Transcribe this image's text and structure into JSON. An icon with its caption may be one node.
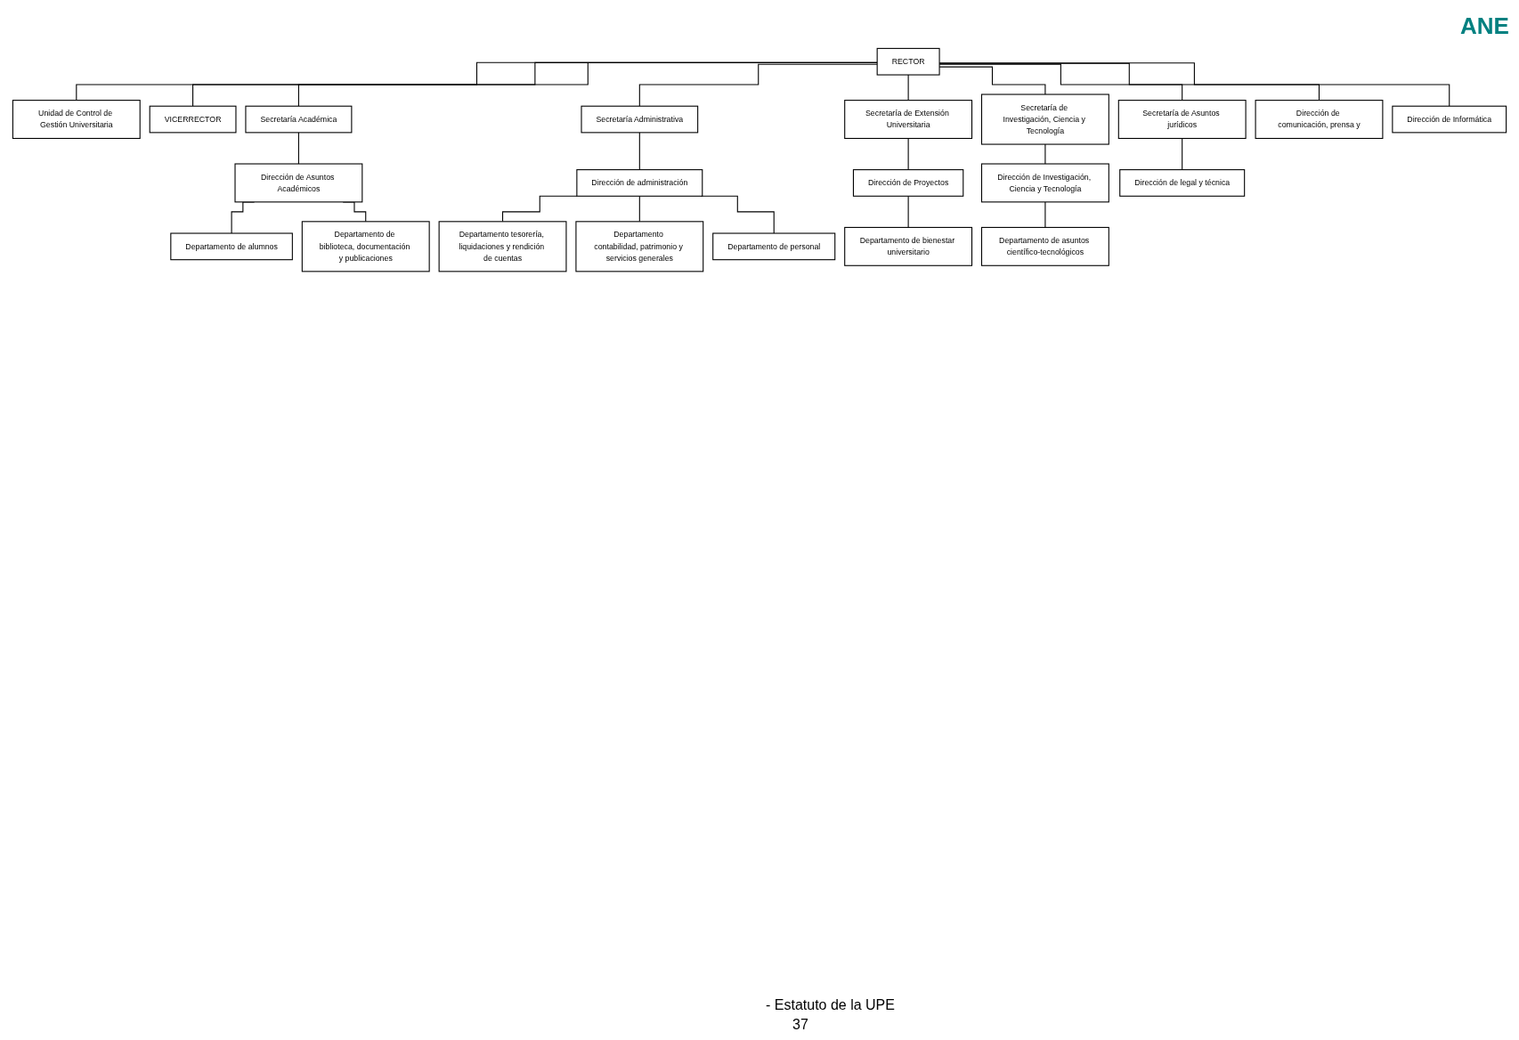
{
  "diagram": {
    "nodes": [
      {
        "text": [
          "RECTOR"
        ]
      },
      {
        "text": [
          "Unidad de Control de Gestión Universitaria"
        ]
      },
      {
        "text": [
          "VICERRECTOR"
        ]
      },
      {
        "text": [
          "Secretaría Académica"
        ]
      },
      {
        "text": [
          "Secretaría Administrativa"
        ]
      },
      {
        "text": [
          "Secretaría de Extensión Universitaria"
        ]
      },
      {
        "text": [
          "Secretaría de Investigación, Ciencia y Tecnología"
        ]
      },
      {
        "text": [
          "Secretaría de Asuntos jurídicos"
        ]
      },
      {
        "text": [
          "Dirección de comunicación, prensa y"
        ]
      },
      {
        "text": [
          "Dirección de Informática"
        ]
      },
      {
        "text": [
          "Dirección de Asuntos Académicos"
        ]
      },
      {
        "text": [
          "Departamento de alumnos"
        ]
      },
      {
        "text": [
          "Departamento de biblioteca, documentación y publicaciones"
        ]
      },
      {
        "text": [
          "Dirección de administración"
        ]
      },
      {
        "text": [
          "Departamento tesorería, liquidaciones y rendición de cuentas"
        ]
      },
      {
        "text": [
          "Departamento contabilidad, patrimonio y servicios generales"
        ]
      },
      {
        "text": [
          "Departamento de personal"
        ]
      },
      {
        "text": [
          "Dirección de Proyectos"
        ]
      },
      {
        "text": [
          "Departamento de bienestar universitario"
        ]
      },
      {
        "text": [
          "Dirección de Investigación, Ciencia y Tecnología"
        ]
      },
      {
        "text": [
          "Departamento de asuntos científico-tecnológicos"
        ]
      },
      {
        "text": [
          "Dirección de legal y técnica"
        ]
      }
    ],
    "edges": [
      {
        "from": 0,
        "to": 1,
        "arrow": "none"
      },
      {
        "from": 0,
        "to": 2,
        "arrow": "none"
      },
      {
        "from": 0,
        "to": 8,
        "arrow": "none"
      },
      {
        "from": 0,
        "to": 9,
        "arrow": "none"
      },
      {
        "from": 0,
        "to": 3,
        "arrow": "none"
      },
      {
        "from": 0,
        "to": 4,
        "arrow": "none"
      },
      {
        "from": 0,
        "to": 5,
        "arrow": "none"
      },
      {
        "from": 0,
        "to": 6,
        "arrow": "none"
      },
      {
        "from": 0,
        "to": 7,
        "arrow": "none"
      },
      {
        "from": 3,
        "to": 10,
        "arrow": "none"
      },
      {
        "from": 10,
        "to": 11,
        "arrow": "none"
      },
      {
        "from": 10,
        "to": 12,
        "arrow": "none"
      },
      {
        "from": 4,
        "to": 13,
        "arrow": "none"
      },
      {
        "from": 13,
        "to": 14,
        "arrow": "none"
      },
      {
        "from": 13,
        "to": 15,
        "arrow": "none"
      },
      {
        "from": 13,
        "to": 16,
        "arrow": "none"
      },
      {
        "from": 5,
        "to": 17,
        "arrow": "none"
      },
      {
        "from": 17,
        "to": 18,
        "arrow": "none"
      },
      {
        "from": 6,
        "to": 19,
        "arrow": "none"
      },
      {
        "from": 19,
        "to": 20,
        "arrow": "none"
      },
      {
        "from": 7,
        "to": 21,
        "arrow": "none"
      }
    ],
    "labels": [
      "ANE",
      "- Estatuto de la UPE",
      "37"
    ]
  }
}
